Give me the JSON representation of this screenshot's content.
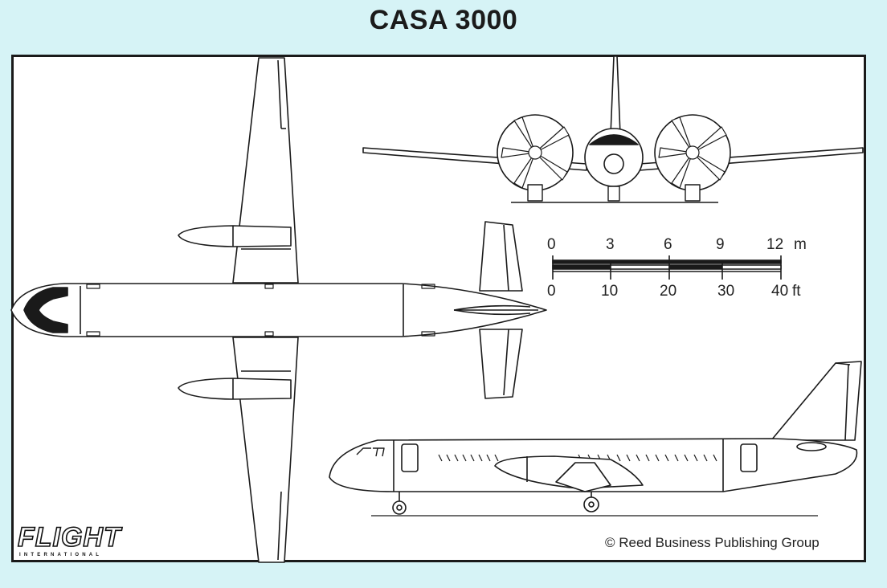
{
  "title": "CASA 3000",
  "scale": {
    "metric_ticks": [
      "0",
      "3",
      "6",
      "9",
      "12"
    ],
    "metric_unit": "m",
    "imperial_ticks": [
      "0",
      "10",
      "20",
      "30",
      "40"
    ],
    "imperial_unit": "ft"
  },
  "copyright": "© Reed Business Publishing Group",
  "logo": {
    "main": "FLIGHT",
    "sub": "INTERNATIONAL"
  },
  "colors": {
    "background": "#d6f3f6",
    "panel": "#ffffff",
    "line": "#1a1a1a"
  }
}
